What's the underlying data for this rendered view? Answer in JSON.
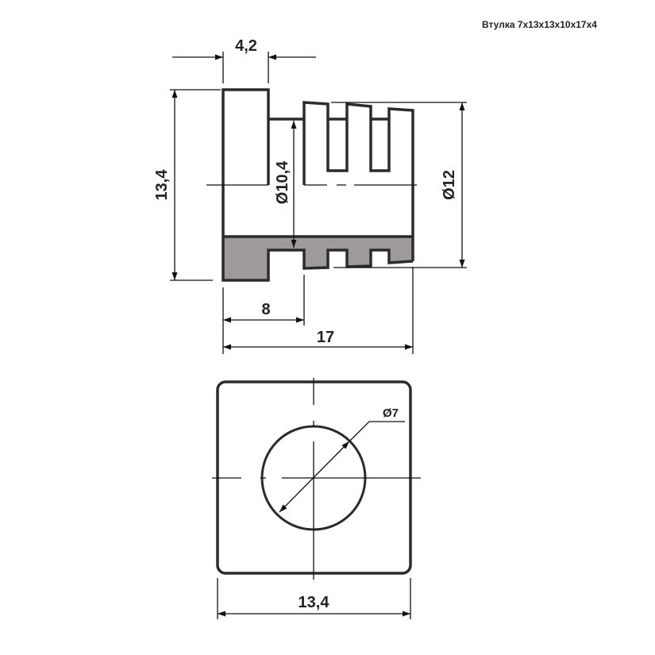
{
  "title": "Втулка 7x13x13x10x17x4",
  "side_view": {
    "flange_width": "4,2",
    "total_height": "13,4",
    "inner_diameter": "Ø10,4",
    "outer_diameter": "Ø12",
    "shank_length": "8",
    "total_length": "17"
  },
  "front_view": {
    "hole_diameter": "Ø7",
    "width": "13,4"
  },
  "colors": {
    "section_fill": "#9e9a9a",
    "line": "#2b2b2b"
  }
}
